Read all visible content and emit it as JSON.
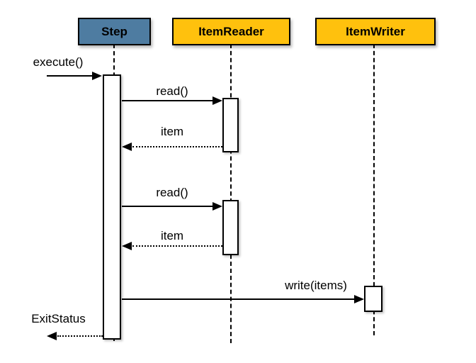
{
  "diagram": {
    "type": "uml-sequence-diagram",
    "colors": {
      "step_header": "#4e7ca1",
      "reader_writer_header": "#ffc10d",
      "border": "#000000",
      "activation_fill": "#ffffff",
      "background": "#ffffff"
    },
    "lifelines": [
      {
        "id": "step",
        "label": "Step"
      },
      {
        "id": "item-reader",
        "label": "ItemReader"
      },
      {
        "id": "item-writer",
        "label": "ItemWriter"
      }
    ],
    "messages": [
      {
        "label": "execute()",
        "from": "caller",
        "to": "Step",
        "style": "solid"
      },
      {
        "label": "read()",
        "from": "Step",
        "to": "ItemReader",
        "style": "solid"
      },
      {
        "label": "item",
        "from": "ItemReader",
        "to": "Step",
        "style": "dotted"
      },
      {
        "label": "read()",
        "from": "Step",
        "to": "ItemReader",
        "style": "solid"
      },
      {
        "label": "item",
        "from": "ItemReader",
        "to": "Step",
        "style": "dotted"
      },
      {
        "label": "write(items)",
        "from": "Step",
        "to": "ItemWriter",
        "style": "solid"
      },
      {
        "label": "ExitStatus",
        "from": "Step",
        "to": "caller",
        "style": "dotted"
      }
    ]
  }
}
